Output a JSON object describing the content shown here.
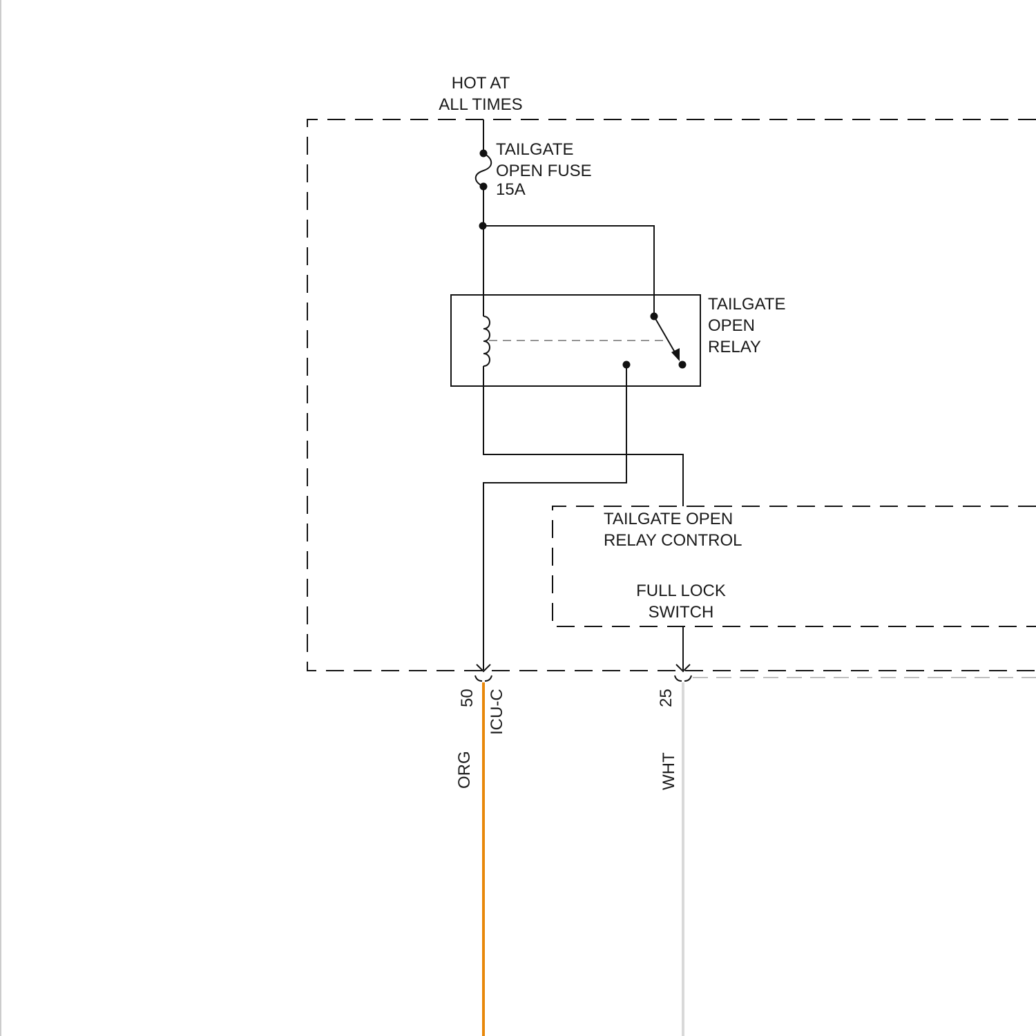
{
  "supply": {
    "line1": "HOT AT",
    "line2": "ALL TIMES"
  },
  "fuse": {
    "line1": "TAILGATE",
    "line2": "OPEN FUSE",
    "line3": "15A"
  },
  "relay": {
    "line1": "TAILGATE",
    "line2": "OPEN",
    "line3": "RELAY"
  },
  "control_module": {
    "line1": "TAILGATE OPEN",
    "line2": "RELAY CONTROL"
  },
  "switch": {
    "line1": "FULL LOCK",
    "line2": "SWITCH"
  },
  "connector": "ICU-C",
  "pins": [
    {
      "number": "50",
      "wire_color_label": "ORG",
      "wire_color": "#E8870A"
    },
    {
      "number": "25",
      "wire_color_label": "WHT",
      "wire_color": "#D9D9D9"
    }
  ]
}
